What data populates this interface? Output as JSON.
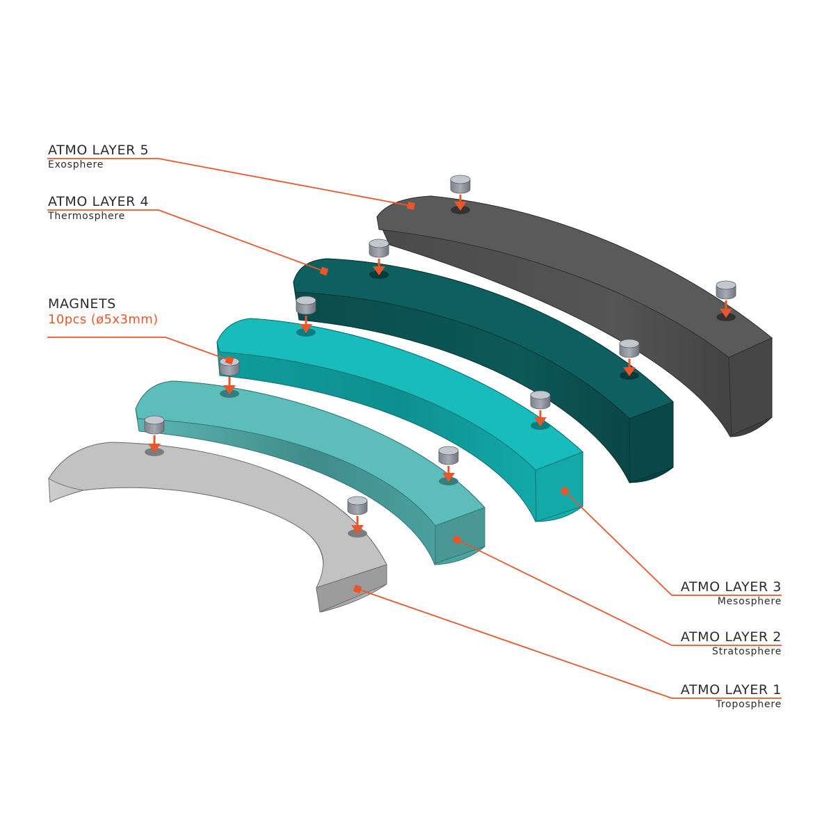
{
  "colors": {
    "accent": "#e8572a",
    "layer1": "#bdbdbd",
    "layer2": "#5cbcb9",
    "layer3": "#19bdbd",
    "layer4": "#0f6060",
    "layer5": "#595959",
    "magnet": "#8f949e"
  },
  "labels": {
    "layer5": {
      "title": "ATMO LAYER 5",
      "subtitle": "Exosphere"
    },
    "layer4": {
      "title": "ATMO LAYER 4",
      "subtitle": "Thermosphere"
    },
    "magnets": {
      "title": "MAGNETS",
      "subtitle": "10pcs (ø5x3mm)"
    },
    "layer3": {
      "title": "ATMO LAYER 3",
      "subtitle": "Mesosphere"
    },
    "layer2": {
      "title": "ATMO LAYER 2",
      "subtitle": "Stratosphere"
    },
    "layer1": {
      "title": "ATMO LAYER 1",
      "subtitle": "Troposphere"
    }
  }
}
